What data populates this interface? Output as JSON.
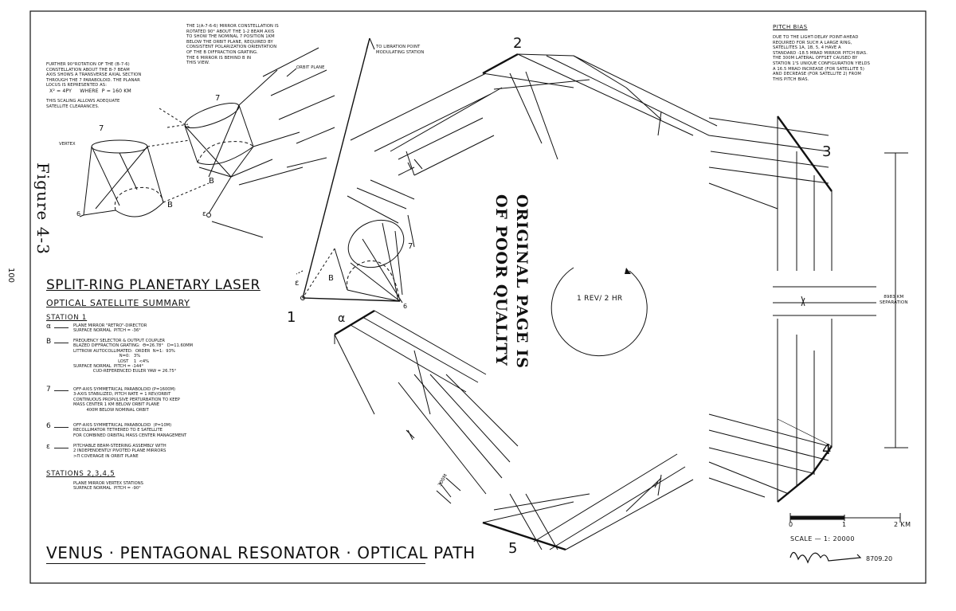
{
  "figure_label": "Figure 4-3",
  "page_number": "100",
  "stamp": {
    "line1": "ORIGINAL PAGE IS",
    "line2": "OF POOR QUALITY"
  },
  "notes": {
    "rotation_top": "THE 1(a-7-6-6) MIRROR CONSTELLATION IS\nROTATED 90° ABOUT THE 1-2 BEAM AXIS\nTO SHOW THE NOMINAL 7 POSITION 1KM\nBELOW THE ORBIT PLANE, REQUIRED BY\nCONSISTENT POLARIZATION ORIENTATION\nOF THE B DIFFRACTION GRATING.\nTHE 6 MIRROR IS BEHIND B IN\nTHIS VIEW.",
    "rotation_left": "FURTHER 90°ROTATION OF THE (B-7-6)\nCONSTELLATION ABOUT THE B-7 BEAM\nAXIS SHOWS A TRANSVERSE AXIAL SECTION\nTHROUGH THE 7 PARABOLOID. THE PLANAR\nLOCUS IS REPRESENTED AS:",
    "equation": "x² = 4py     WHERE  p = 160 KM",
    "scaling": "THIS SCALING ALLOWS ADEQUATE\nSATELLITE CLEARANCES.",
    "orbit_plane": "ORBIT PLANE",
    "vertex": "VERTEX",
    "libration": "TO LIBRATION POINT\nMODULATING STATION"
  },
  "labels": {
    "num_7_left": "7",
    "num_6_left": "6",
    "beta_left": "B",
    "num_7_mid": "7",
    "beta_mid": "B",
    "eps_mid": "ε",
    "num_7_lower": "7",
    "beta_lower": "B",
    "eps_lower": "ε",
    "num_6_lower": "6",
    "station_1": "1",
    "alpha": "α",
    "station_2": "2",
    "station_3": "3",
    "station_4": "4",
    "station_5": "5",
    "center": "1 REV/ 2 HR",
    "separation": "8983 KM\nSEPARATION",
    "length_300m": "300m"
  },
  "summary": {
    "title": "SPLIT-RING PLANETARY LASER",
    "subtitle": "OPTICAL SATELLITE SUMMARY",
    "station1_header": "STATION 1",
    "items": [
      {
        "symbol": "α",
        "text": "PLANE MIRROR \"RETRO\"-DIRECTOR\nSURFACE NORMAL  PITCH = -36°"
      },
      {
        "symbol": "B",
        "text": "FREQUENCY SELECTOR & OUTPUT COUPLER\nBLAZED DIFFRACTION GRATING:  θ=26.78°   d=11.60μm\nLITTROW AUTOCOLLIMATED:  ORDER  n=1:  93%\n                                   n=0:   3%\n                                  LOST    1  <4%\nSURFACE NORMAL  PITCH = -144°\n               CUD-REFERENCED EULER YAW = 26.75°"
      },
      {
        "symbol": "7",
        "text": "OFF-AXIS SYMMETRICAL PARABOLOID (P=1600m)\n3-AXIS STABILIZED, PITCH RATE = 1 REV/ORBIT\nCONTINUOUS PROPULSIVE PERTURBATION TO KEEP\nMASS CENTER 1 KM BELOW ORBIT PLANE\n          400m BELOW NOMINAL ORBIT"
      },
      {
        "symbol": "6",
        "text": "OFF-AXIS SYMMETRICAL PARABOLOID  (p=10m)\nRECOLLIMATOR TETHERED TO E SATELLITE\nFOR COMBINED ORBITAL MASS CENTER MANAGEMENT"
      },
      {
        "symbol": "ε",
        "text": "PITCHABLE BEAM-STEERING ASSEMBLY WITH\n2 INDEPENDENTLY PIVOTED PLANE MIRRORS\n>π COVERAGE IN ORBIT PLANE"
      }
    ],
    "stations_header": "STATIONS 2,3,4,5",
    "stations_text": "PLANE MIRROR VERTEX STATIONS\nSURFACE NORMAL  PITCH = -90°"
  },
  "pitch_bias": {
    "header": "PITCH BIAS",
    "text": "DUE TO THE LIGHT-DELAY POINT-AHEAD\nREQUIRED FOR SUCH A LARGE RING,\nSATELLITES 1a, 1B, 5, 4 HAVE A\nSTANDARD -18.5 μrad MIRROR PITCH BIAS.\nTHE 300m LATERAL OFFSET CAUSED BY\nSTATION 1'S UNIQUE CONFIGURATION YIELDS\nA 16.5 μrad INCREASE (FOR SATELLITE 5)\nAND DECREASE (FOR SATELLITE 2) FROM\nTHIS PITCH BIAS."
  },
  "scale": {
    "zero": "0",
    "one": "1",
    "two": "2 KM",
    "text": "SCALE — 1: 20000"
  },
  "bottom_title": "VENUS · PENTAGONAL RESONATOR · OPTICAL PATH",
  "drawing_number": "8709.20",
  "colors": {
    "ink": "#111111",
    "paper": "#ffffff"
  }
}
